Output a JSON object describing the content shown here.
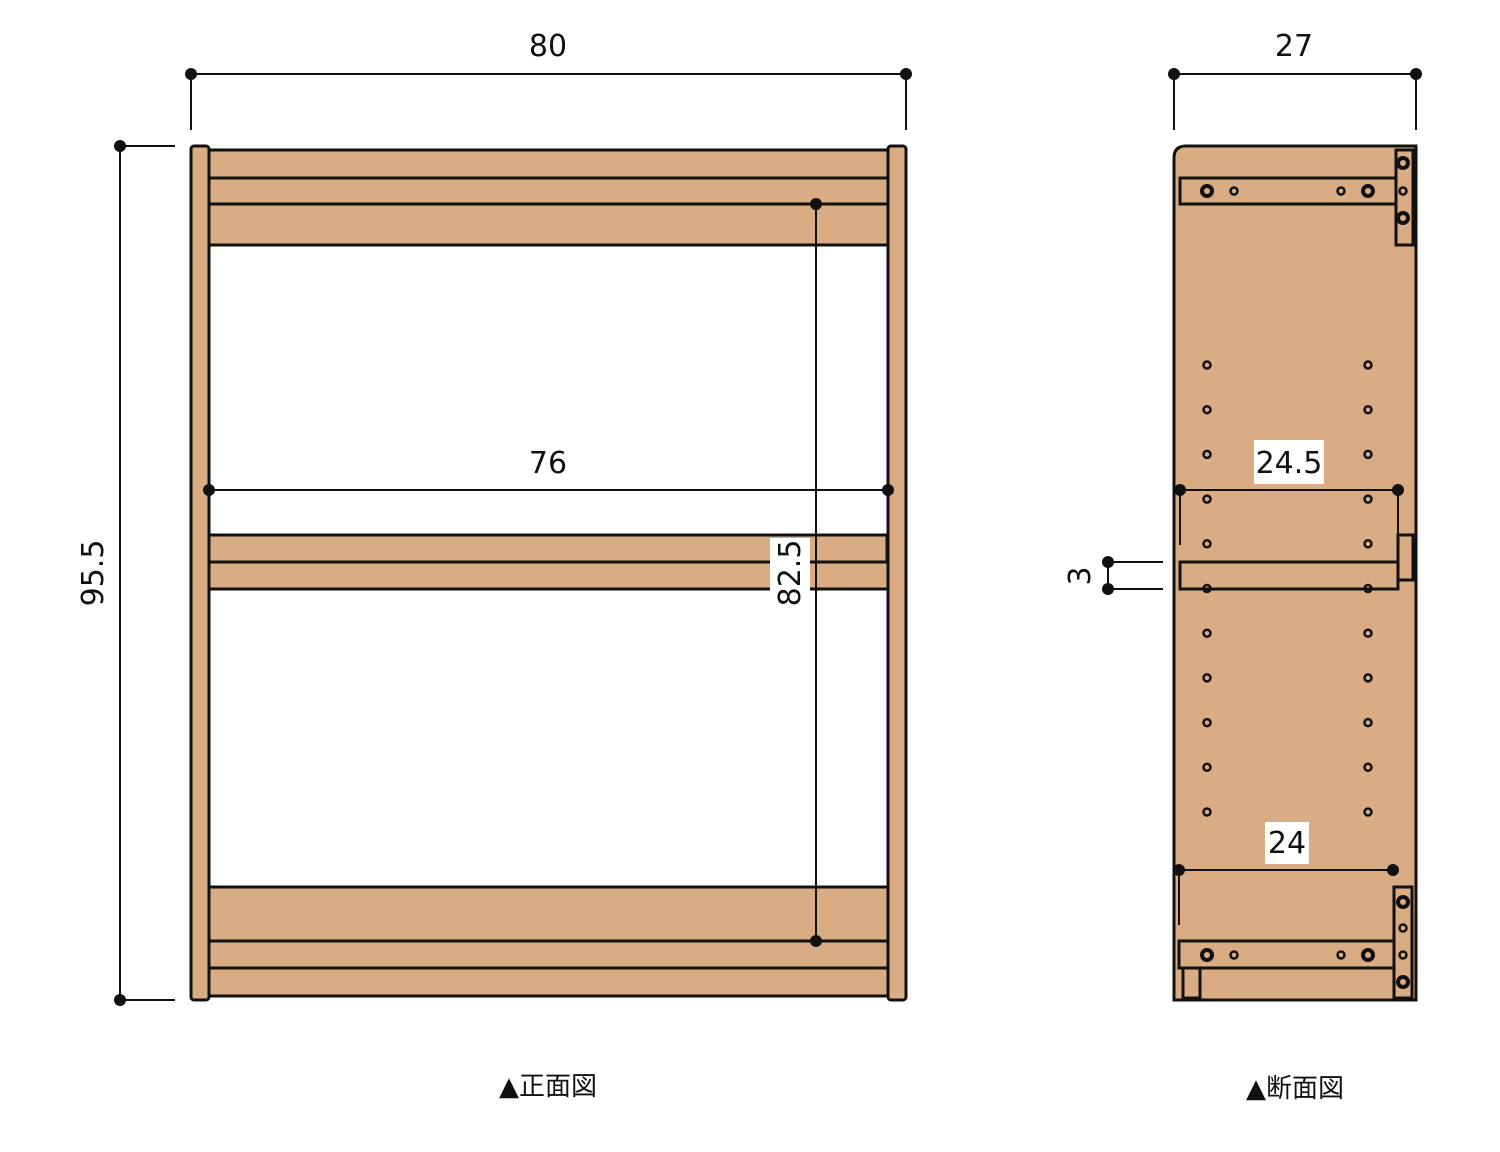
{
  "front_view": {
    "caption": "▲正面図",
    "dims": {
      "width": "80",
      "height": "95.5",
      "inner_width": "76",
      "inner_height": "82.5"
    }
  },
  "section_view": {
    "caption": "▲断面図",
    "dims": {
      "depth": "27",
      "shelf_depth": "24.5",
      "bottom_depth": "24",
      "shelf_thickness": "3"
    }
  },
  "colors": {
    "wood": "#d9ac84",
    "line": "#111111"
  }
}
